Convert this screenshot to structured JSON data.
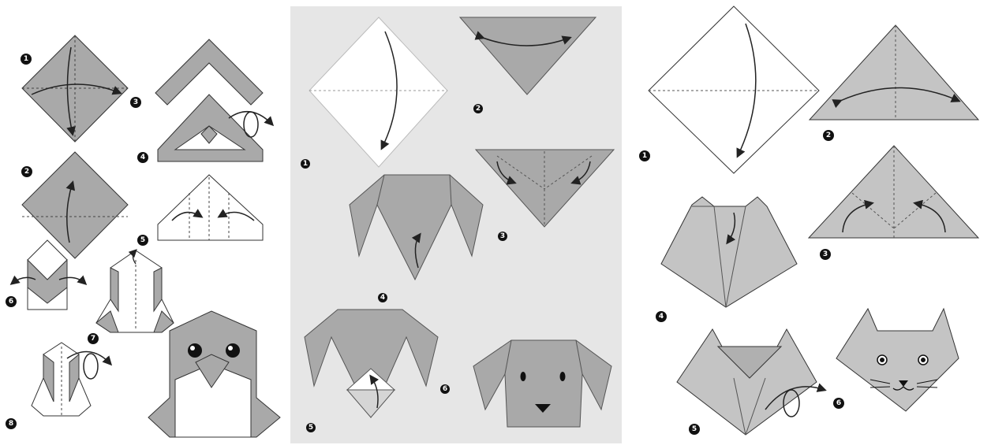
{
  "panels": [
    {
      "name": "penguin",
      "steps": [
        "1",
        "2",
        "3",
        "4",
        "5",
        "6",
        "7",
        "8"
      ]
    },
    {
      "name": "dog",
      "steps": [
        "1",
        "2",
        "3",
        "4",
        "5",
        "6"
      ]
    },
    {
      "name": "cat",
      "steps": [
        "1",
        "2",
        "3",
        "4",
        "5",
        "6"
      ]
    }
  ],
  "colors": {
    "paper_gray": "#a9a9a9",
    "paper_light": "#c4c4c4",
    "middle_background": "#e6e6e6",
    "outline": "#333333",
    "badge": "#111111"
  }
}
